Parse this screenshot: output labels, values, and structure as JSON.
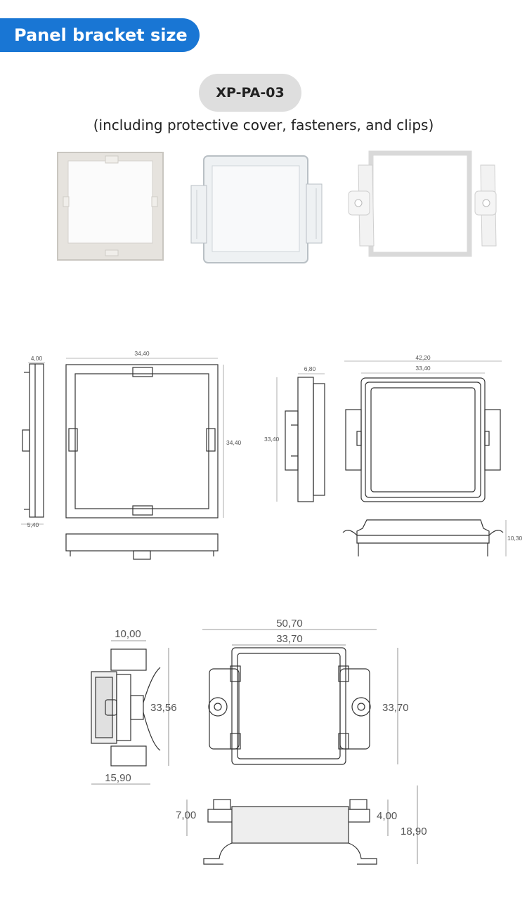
{
  "header": {
    "title": "Panel bracket size",
    "model": "XP-PA-03",
    "subtitle": "(including protective cover, fasteners, and clips)"
  },
  "photos": {
    "items": [
      "white-square-bracket-frame",
      "transparent-protective-cover",
      "white-bracket-with-clips"
    ]
  },
  "drawing_1": {
    "side_top": "4,00",
    "side_bottom": "5,40",
    "width": "34,40",
    "height": "34,40"
  },
  "drawing_2": {
    "side_top": "6,80",
    "side_height": "33,40",
    "outer_width": "42,20",
    "inner_width": "33,40",
    "bottom_height": "10,30"
  },
  "drawing_3": {
    "side_top": "10,00",
    "side_height": "33,56",
    "side_bottom": "15,90",
    "outer_width": "50,70",
    "inner_width": "33,70",
    "front_height": "33,70",
    "bottom_left": "7,00",
    "bottom_right": "4,00",
    "bottom_height": "18,90"
  },
  "colors": {
    "banner": "#1976d4",
    "pill": "#dedede",
    "line": "#333333",
    "dimension": "#777777"
  }
}
